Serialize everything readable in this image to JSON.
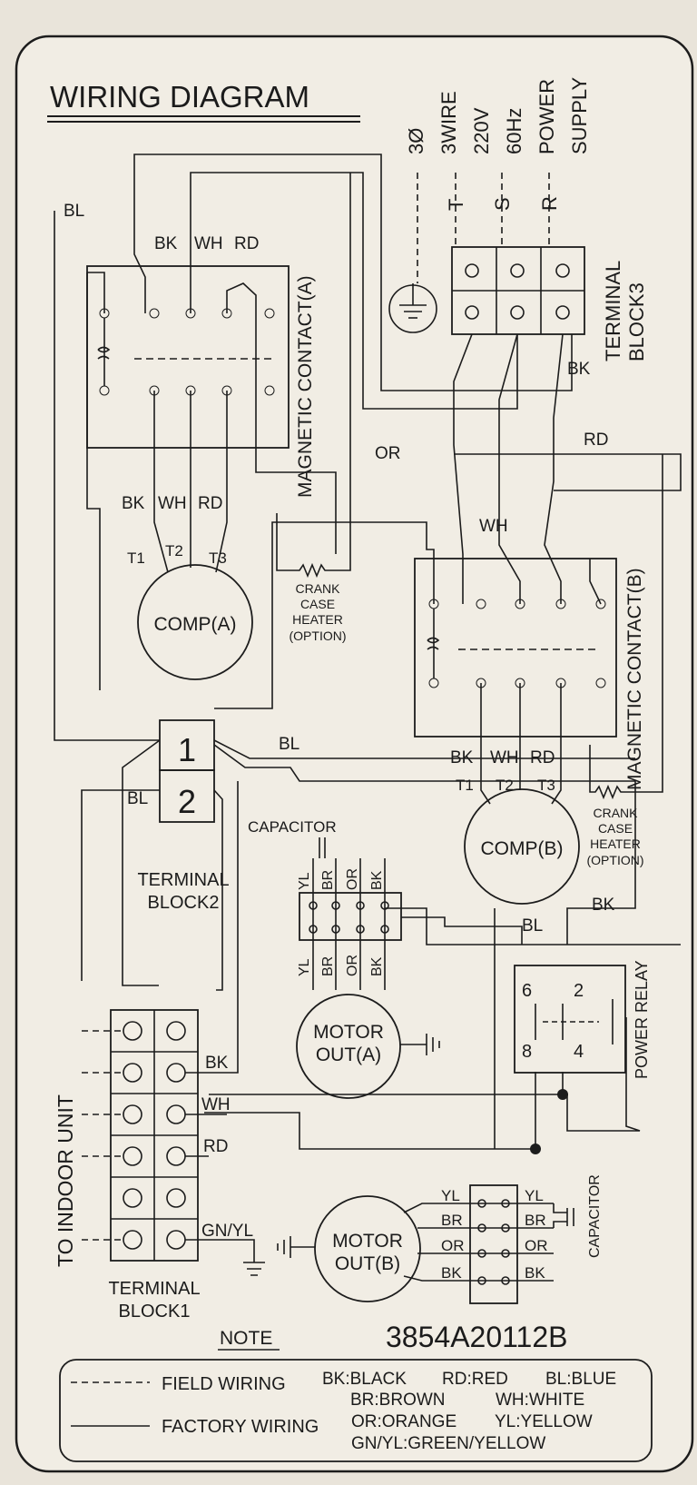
{
  "title": "WIRING DIAGRAM",
  "power_supply": [
    "3Ø",
    "3WIRE",
    "220V",
    "60Hz",
    "POWER",
    "SUPPLY"
  ],
  "phases": [
    "T",
    "S",
    "R"
  ],
  "terminal_block3": [
    "TERMINAL",
    "BLOCK3"
  ],
  "magnetic_contact_a": "MAGNETIC CONTACT(A)",
  "magnetic_contact_b": "MAGNETIC CONTACT(B)",
  "comp_a": "COMP(A)",
  "comp_b": "COMP(B)",
  "wire_labels": {
    "bk": "BK",
    "wh": "WH",
    "rd": "RD",
    "bl": "BL",
    "or": "OR",
    "yl": "YL",
    "br": "BR",
    "gnyl": "GN/YL"
  },
  "terminals": {
    "t1": "T1",
    "t2": "T2",
    "t3": "T3"
  },
  "crankcase_heater": [
    "CRANK",
    "CASE",
    "HEATER",
    "(OPTION)"
  ],
  "terminal_block2": {
    "num1": "1",
    "num2": "2",
    "label": [
      "TERMINAL",
      "BLOCK2"
    ]
  },
  "capacitor": "CAPACITOR",
  "motor_out_a": [
    "MOTOR",
    "OUT(A)"
  ],
  "motor_out_b": [
    "MOTOR",
    "OUT(B)"
  ],
  "power_relay": {
    "label": "POWER RELAY",
    "pins": [
      "6",
      "2",
      "8",
      "4"
    ]
  },
  "to_indoor_unit": "TO INDOOR UNIT",
  "terminal_block1": [
    "TERMINAL",
    "BLOCK1"
  ],
  "note": "NOTE",
  "part_number": "3854A20112B",
  "legend": {
    "field_wiring": "FIELD WIRING",
    "factory_wiring": "FACTORY WIRING",
    "codes": [
      "BK:BLACK",
      "RD:RED",
      "BL:BLUE",
      "BR:BROWN",
      "WH:WHITE",
      "OR:ORANGE",
      "YL:YELLOW",
      "GN/YL:GREEN/YELLOW"
    ]
  },
  "colors": {
    "ink": "#1c1c1c",
    "panel": "#f1ede4",
    "page": "#e9e4da"
  }
}
